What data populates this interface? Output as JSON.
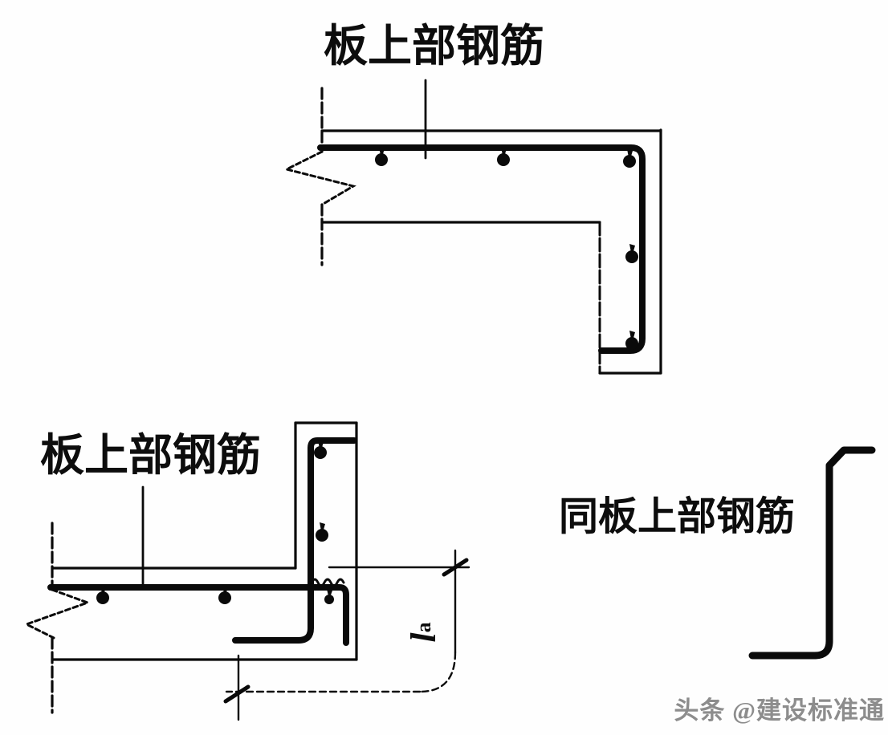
{
  "canvas": {
    "background": "#fefefe",
    "line_color": "#0a0a0a"
  },
  "labels": {
    "top_diagram": "板上部钢筋",
    "bottom_diagram": "板上部钢筋",
    "right_note": "同板上部钢筋"
  },
  "dimension": {
    "symbol": "l",
    "subscript": "a"
  },
  "watermark": {
    "text": "头条 @建设标准通",
    "color": "#8d8d8d"
  }
}
